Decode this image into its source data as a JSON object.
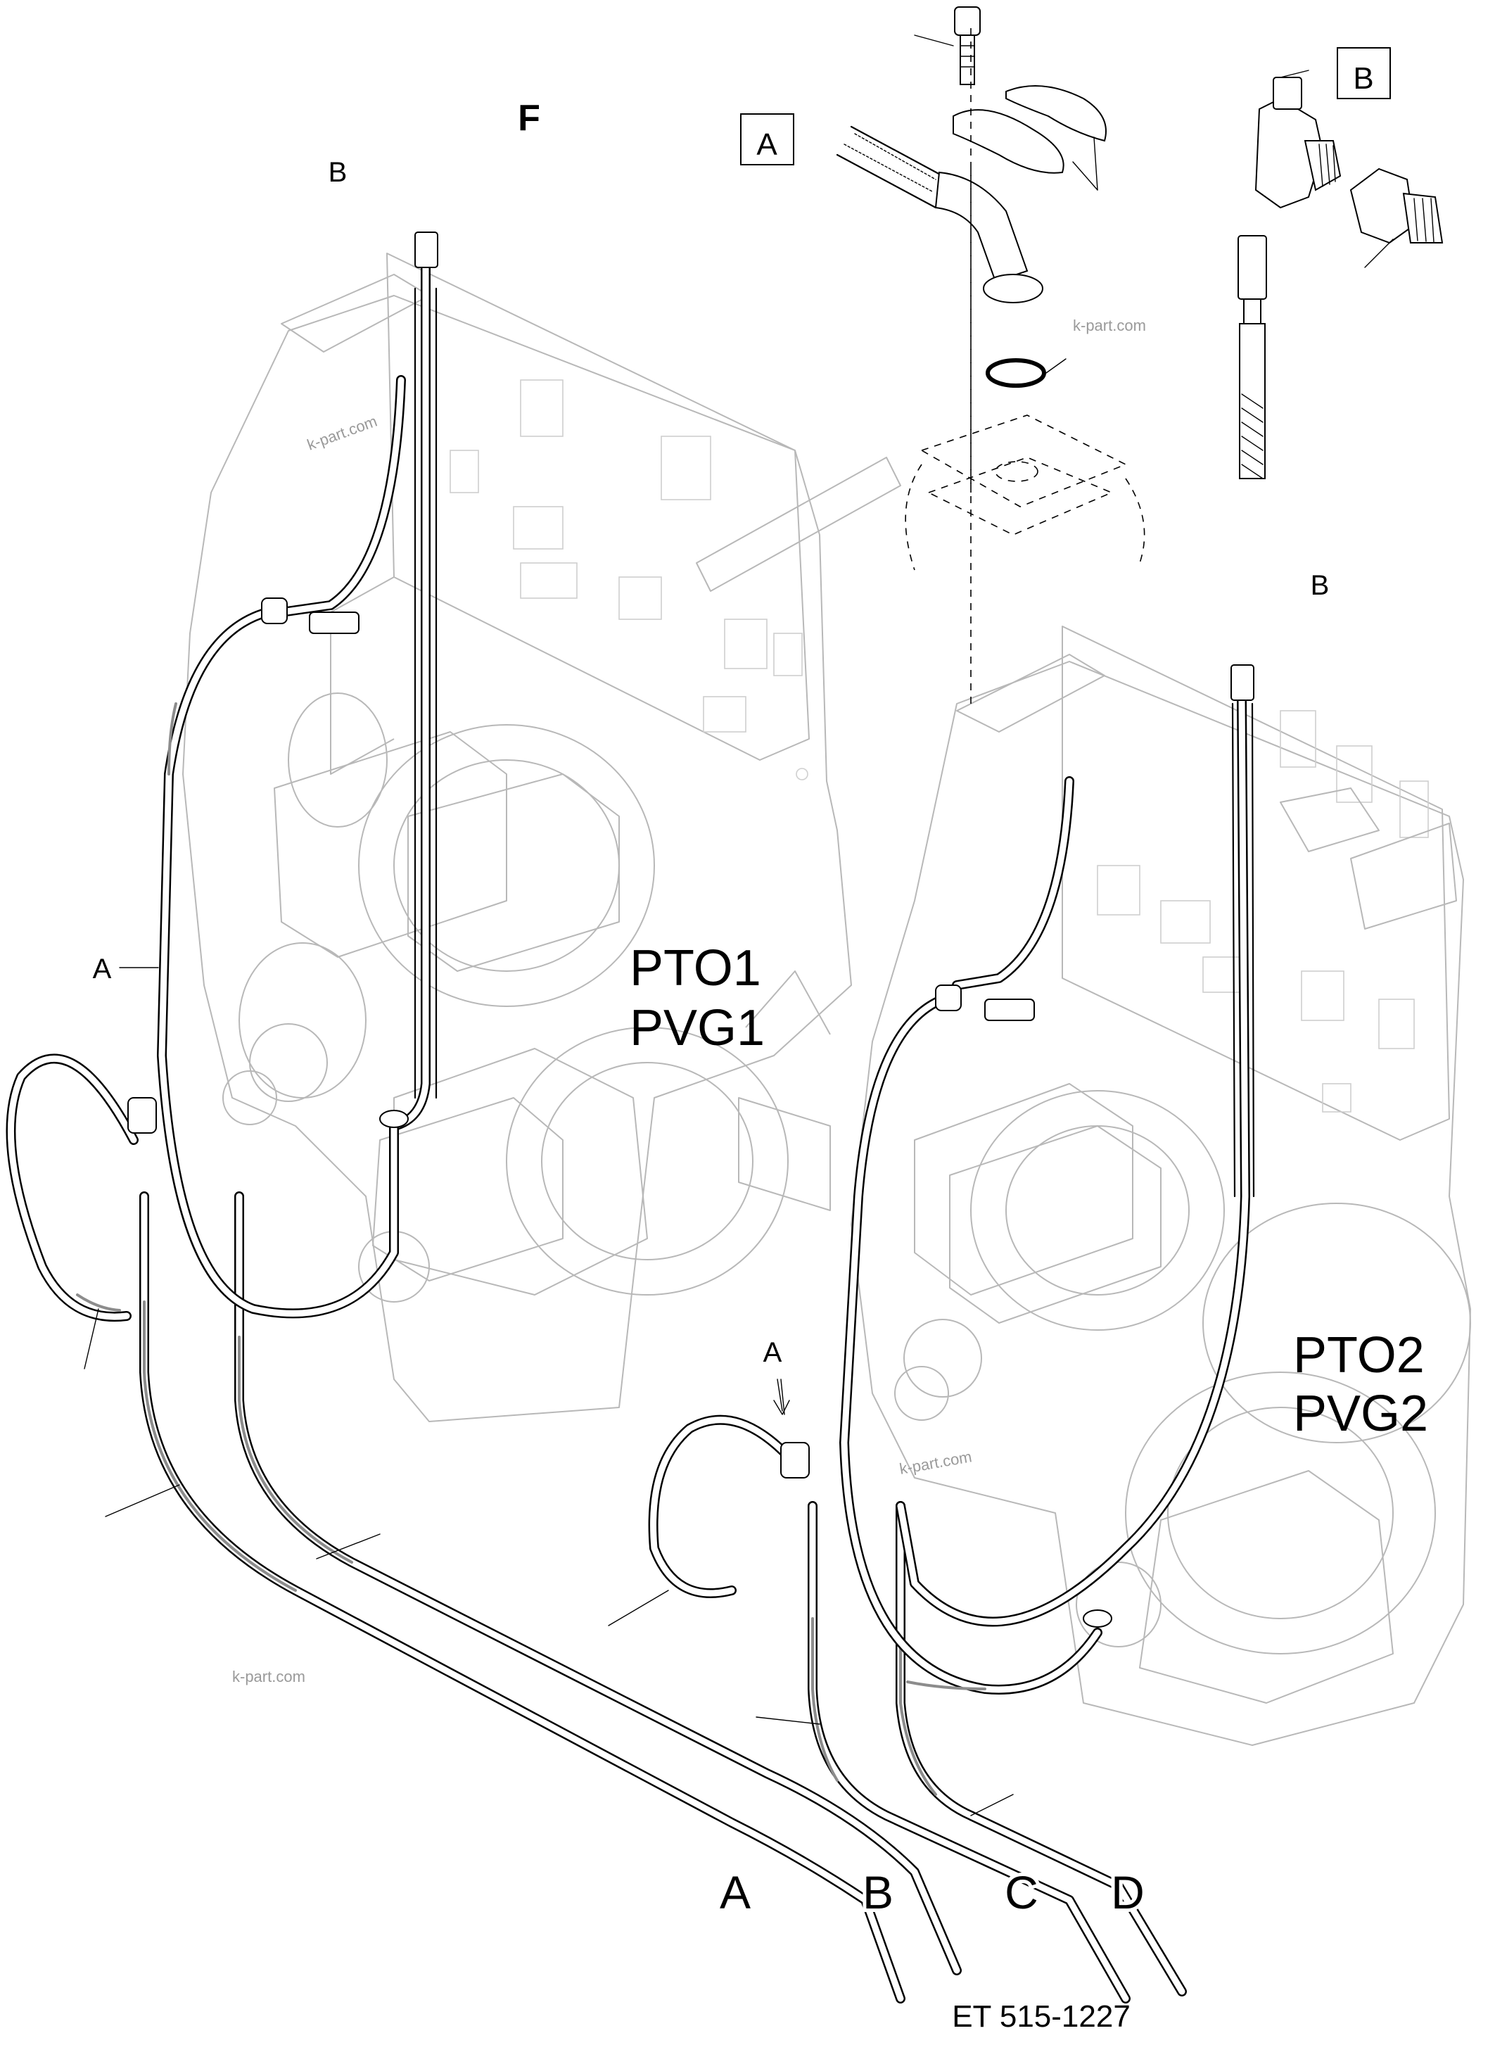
{
  "labels": {
    "pto1": "PTO1",
    "pvg1": "PVG1",
    "pto2": "PTO2",
    "pvg2": "PVG2",
    "detail_a": "A",
    "detail_b": "B",
    "callout_a_left": "A",
    "callout_a_right": "A",
    "callout_b_top": "B",
    "callout_b_right": "B",
    "front_mark": "F",
    "hose_a": "A",
    "hose_b": "B",
    "hose_c": "C",
    "hose_d": "D",
    "drawing_number": "ET 515-1227"
  },
  "watermarks": [
    "k-part.com",
    "k-part.com",
    "k-part.com",
    "k-part.com"
  ],
  "icons": [
    "flange-clamp-icon",
    "elbow-fitting-icon",
    "adapter-nipple-icon",
    "o-ring-icon",
    "bolt-icon"
  ],
  "colors": {
    "line": "#000000",
    "ghost": "#b8b8b8",
    "hose_shade": "#8c8c8c",
    "background": "#ffffff"
  }
}
